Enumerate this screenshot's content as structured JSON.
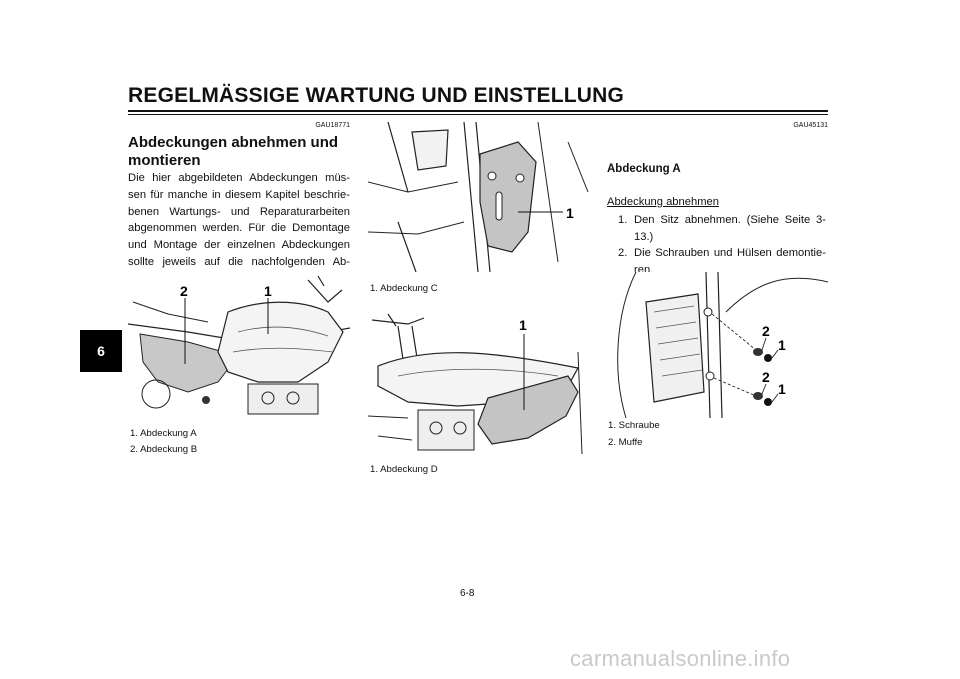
{
  "header": {
    "title": "REGELMÄSSIGE WARTUNG UND EINSTELLUNG",
    "chapter_tab": "6"
  },
  "left_column": {
    "code": "GAU18771",
    "heading": "Abdeckungen abnehmen und montieren",
    "paragraph": "Die hier abgebildeten Abdeckungen müs-sen für manche in diesem Kapitel beschrie-benen Wartungs- und Reparaturarbeiten abgenommen werden. Für die Demontage und Montage der einzelnen Abdeckungen sollte jeweils auf die nachfolgenden Ab-schnitte zurückgegriffen werden.",
    "figure": {
      "callouts": [
        "2",
        "1"
      ],
      "captions": [
        "1.  Abdeckung A",
        "2.  Abdeckung B"
      ]
    }
  },
  "middle_column": {
    "figure_top": {
      "callouts": [
        "1"
      ],
      "captions": [
        "1.  Abdeckung C"
      ]
    },
    "figure_bottom": {
      "callouts": [
        "1"
      ],
      "captions": [
        "1.  Abdeckung D"
      ]
    }
  },
  "right_column": {
    "code": "GAU45131",
    "subheading": "Abdeckung A",
    "section_label": "Abdeckung abnehmen",
    "steps": [
      {
        "num": "1.",
        "text": "Den Sitz abnehmen. (Siehe Seite 3-13.)"
      },
      {
        "num": "2.",
        "text": "Die Schrauben und Hülsen demontie-ren."
      }
    ],
    "figure": {
      "callouts": [
        "2",
        "1",
        "2",
        "1"
      ],
      "captions": [
        "1.  Schraube",
        "2.  Muffe"
      ]
    }
  },
  "footer": {
    "page_number": "6-8",
    "watermark": "carmanualsonline.info"
  }
}
